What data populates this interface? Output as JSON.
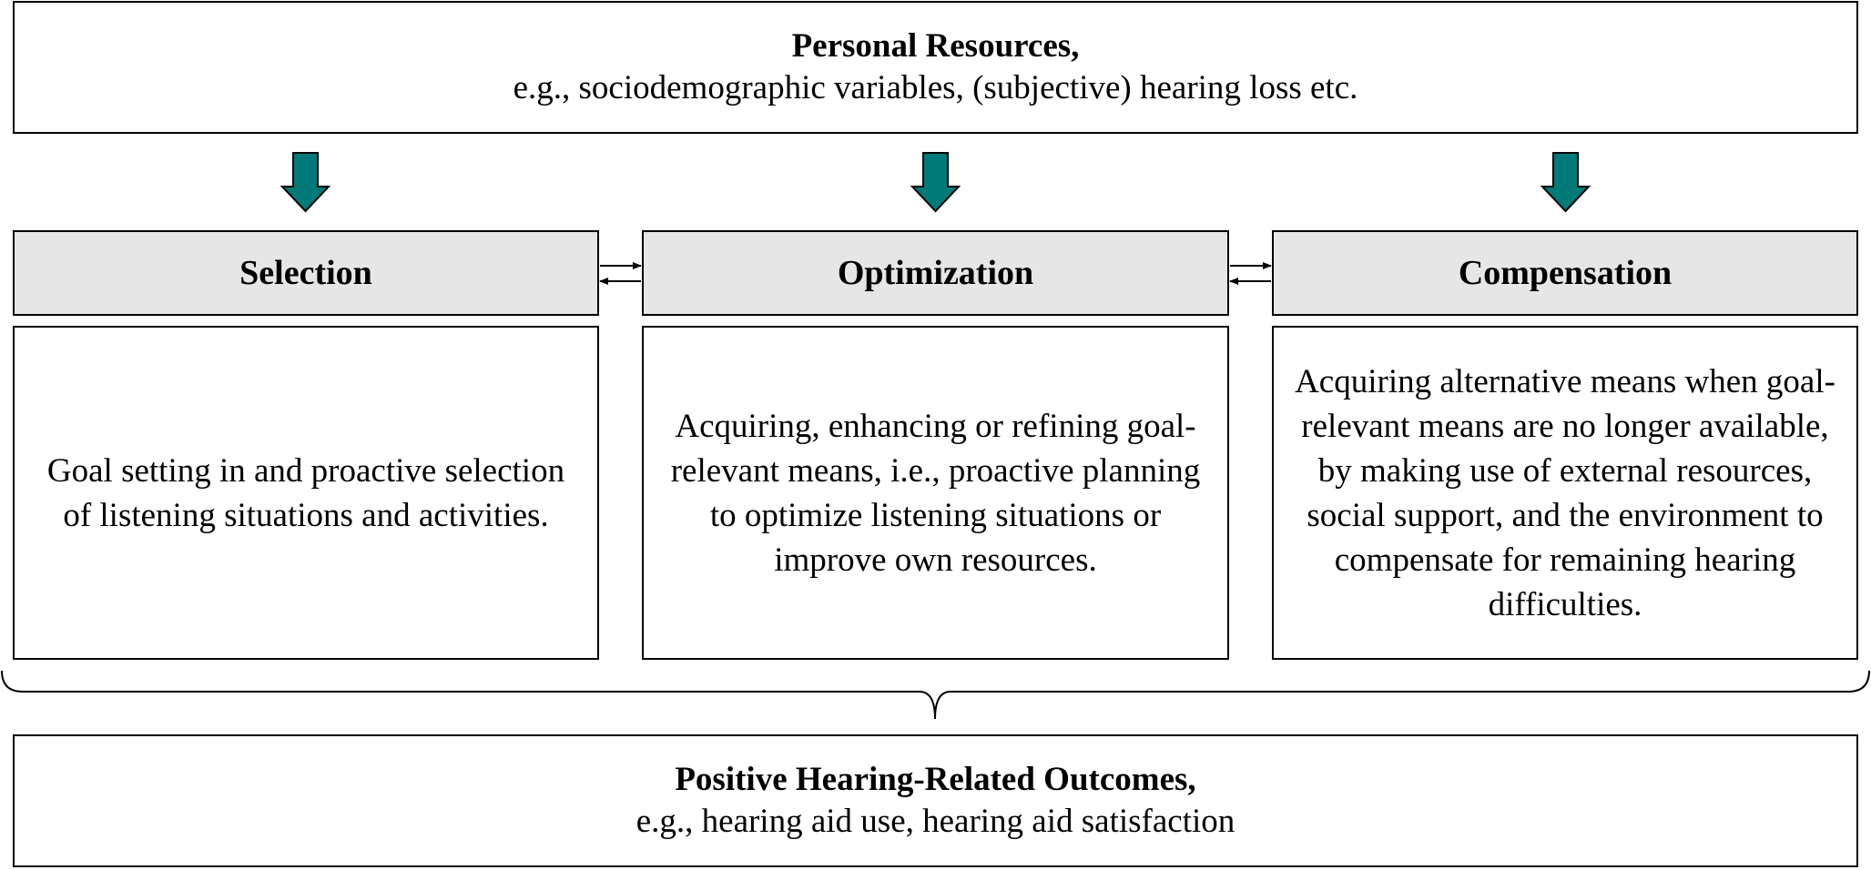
{
  "personal_resources": {
    "title": "Personal Resources,",
    "subtitle": "e.g., sociodemographic variables, (subjective) hearing loss etc."
  },
  "columns": [
    {
      "heading": "Selection",
      "description": "Goal setting in and proactive selection of listening situations and activities."
    },
    {
      "heading": "Optimization",
      "description": "Acquiring, enhancing or refining goal-relevant means, i.e., proactive planning to optimize listening situations or improve own resources."
    },
    {
      "heading": "Compensation",
      "description": "Acquiring alternative means when goal-relevant means are no longer available, by making use of external resources, social support, and the environment to compensate for remaining hearing difficulties."
    }
  ],
  "outcomes": {
    "title": "Positive Hearing-Related Outcomes,",
    "subtitle": "e.g., hearing aid use, hearing aid satisfaction"
  },
  "colors": {
    "arrow_fill": "#007a78",
    "header_fill": "#e6e6e6"
  }
}
